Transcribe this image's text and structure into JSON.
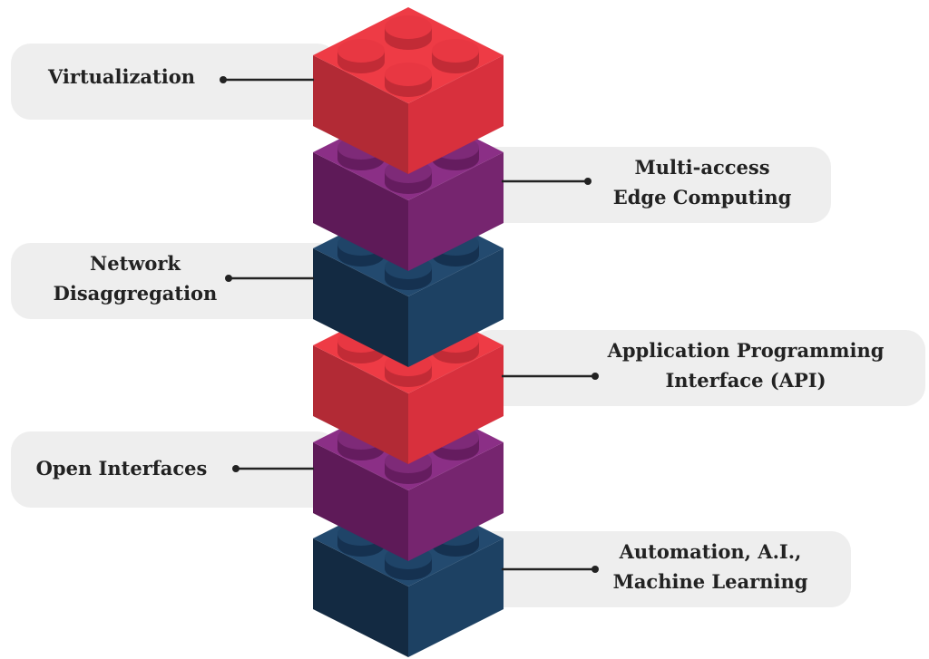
{
  "diagram": {
    "labels": [
      {
        "id": "virtualization",
        "lines": [
          "Virtualization"
        ]
      },
      {
        "id": "mec",
        "lines": [
          "Multi-access",
          "Edge Computing"
        ]
      },
      {
        "id": "network-disaggregation",
        "lines": [
          "Network",
          "Disaggregation"
        ]
      },
      {
        "id": "api",
        "lines": [
          "Application Programming",
          "Interface (API)"
        ]
      },
      {
        "id": "open-interfaces",
        "lines": [
          "Open Interfaces"
        ]
      },
      {
        "id": "automation",
        "lines": [
          "Automation, A.I.,",
          "Machine Learning"
        ]
      }
    ],
    "blocks": [
      {
        "id": "block-virtualization",
        "color": "red"
      },
      {
        "id": "block-mec",
        "color": "purple"
      },
      {
        "id": "block-network-disaggregation",
        "color": "navy"
      },
      {
        "id": "block-api",
        "color": "red"
      },
      {
        "id": "block-open-interfaces",
        "color": "purple"
      },
      {
        "id": "block-automation",
        "color": "navy"
      }
    ],
    "colors": {
      "red": {
        "top": "#ee3b45",
        "left": "#b22a35",
        "right": "#d8303d",
        "stud_side": "#c22b36",
        "stud_top": "#e83742"
      },
      "purple": {
        "top": "#8b2f86",
        "left": "#5e1a58",
        "right": "#76256f",
        "stud_side": "#651c5f",
        "stud_top": "#7e2a78"
      },
      "navy": {
        "top": "#234a6f",
        "left": "#132a42",
        "right": "#1d4163",
        "stud_side": "#153150",
        "stud_top": "#1f4468"
      }
    },
    "pill_color": "#eeeeee",
    "text_color": "#222222",
    "connector_color": "#222222"
  }
}
